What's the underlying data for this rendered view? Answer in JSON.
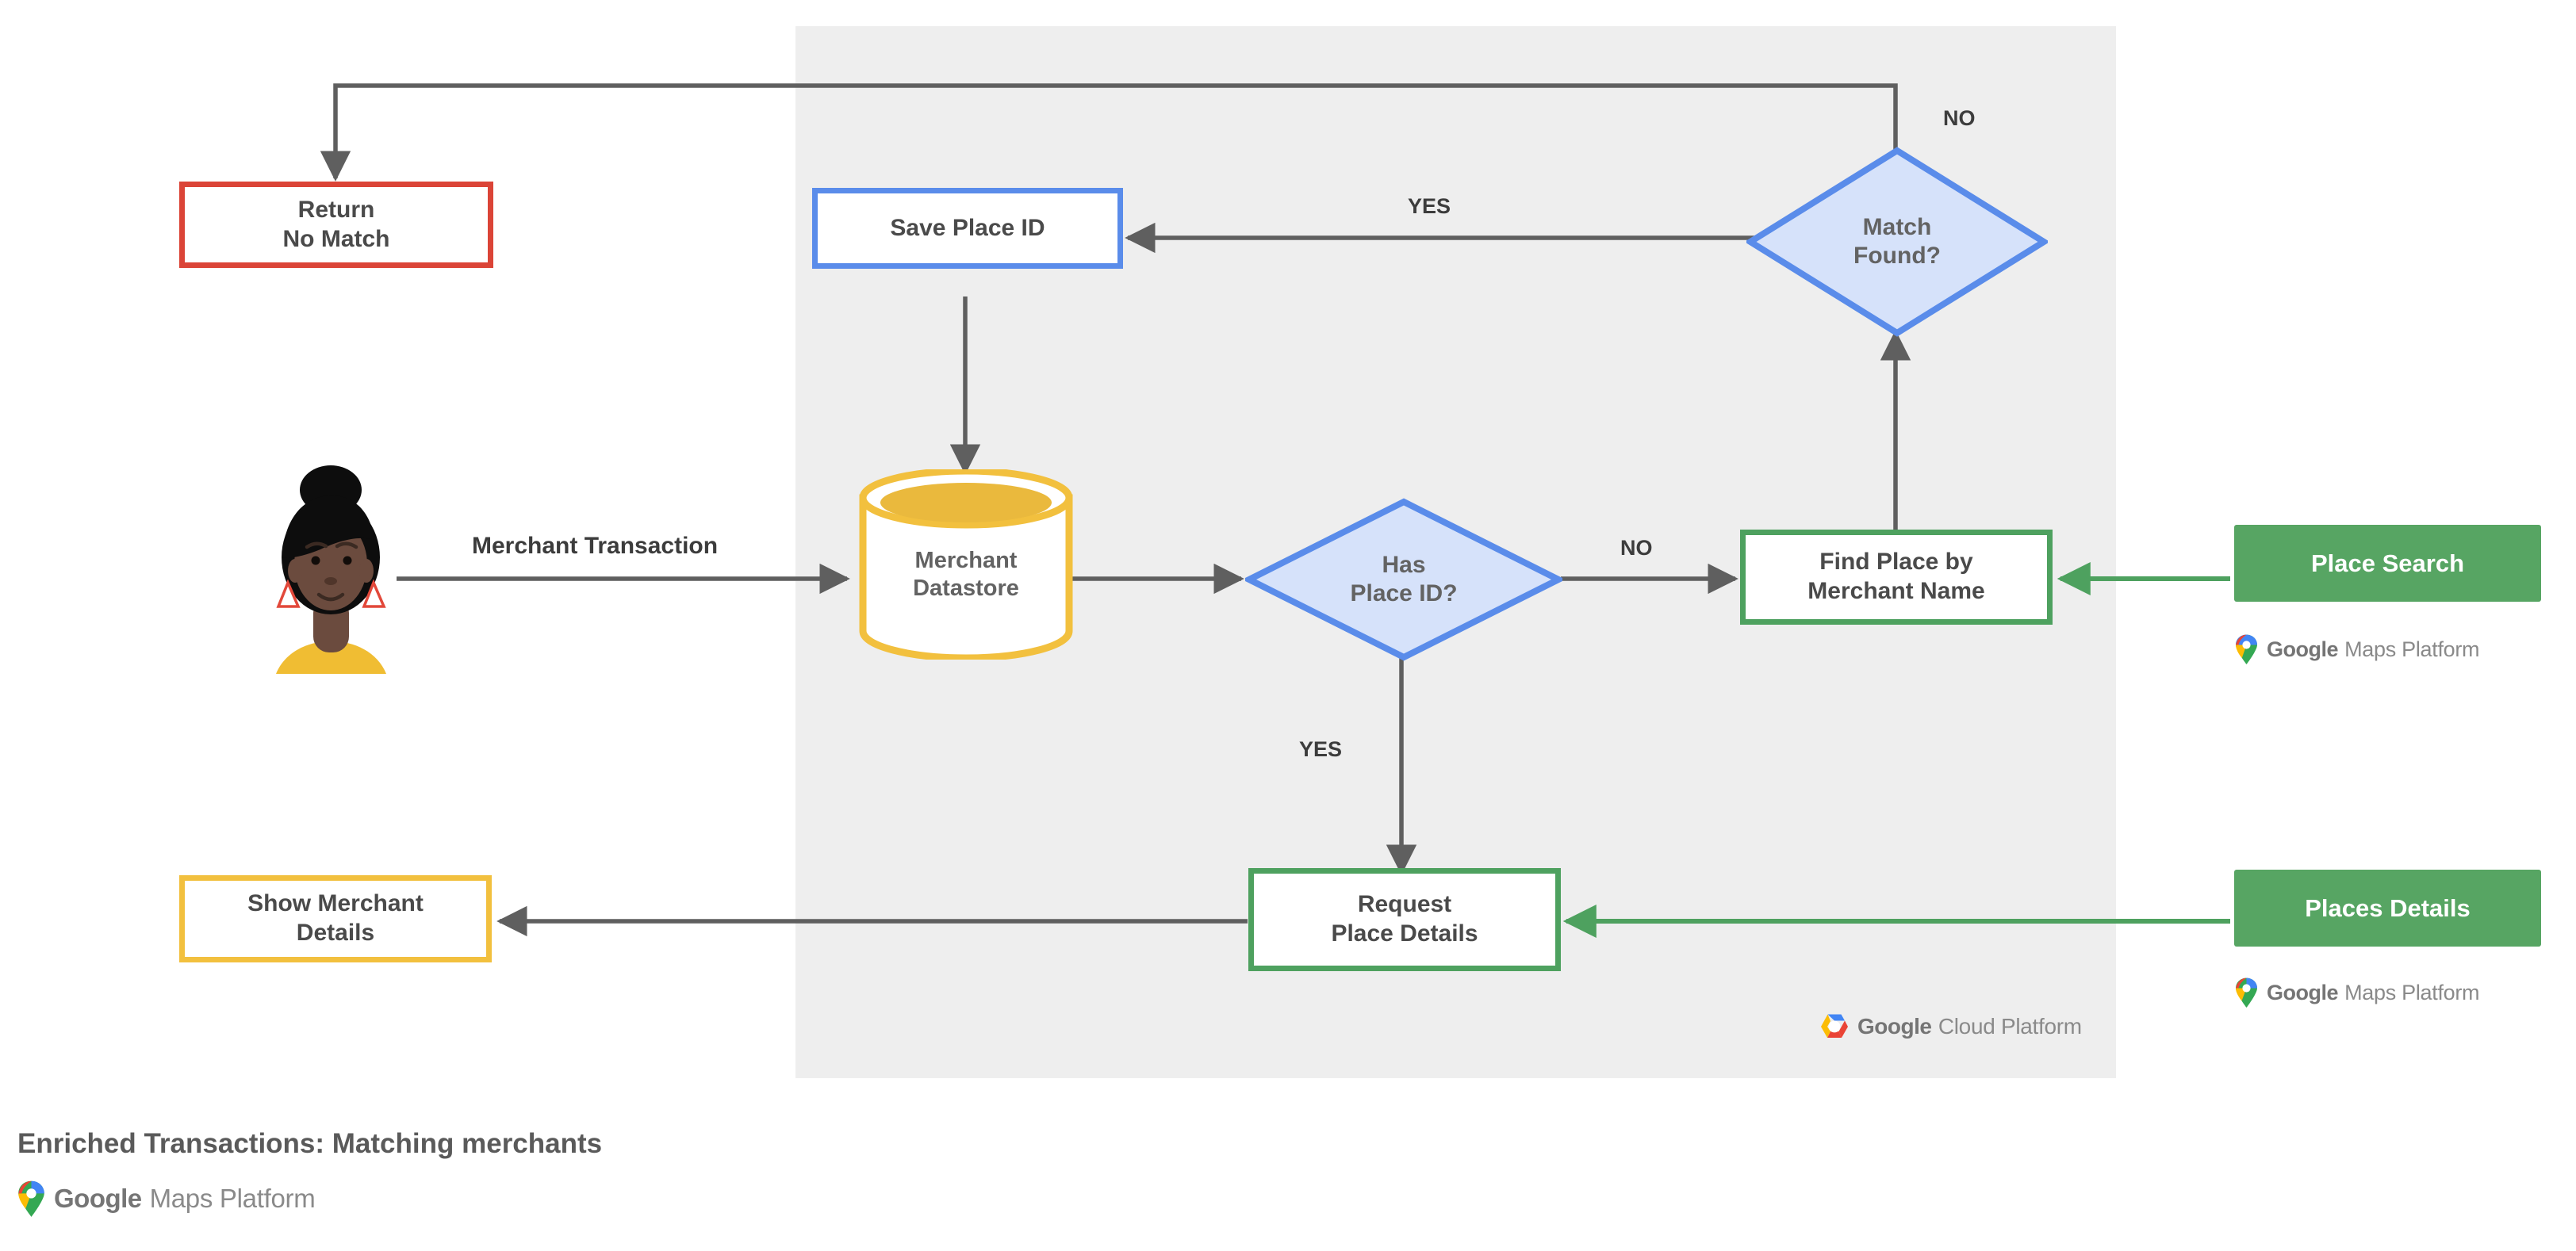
{
  "diagram": {
    "caption": "Enriched Transactions: Matching merchants",
    "panel_label": "Google Cloud Platform",
    "colors": {
      "panel_bg": "#eeeeee",
      "red": "#db4437",
      "blue": "#5a8cea",
      "blue_fill": "#d6e2fa",
      "green": "#4ea15f",
      "green_solid": "#57a563",
      "yellow": "#f2c03e",
      "connector_gray": "#5f5f5f",
      "text_gray": "#4a4a4a"
    },
    "nodes": {
      "return_no_match": "Return\nNo Match",
      "save_place_id": "Save Place ID",
      "match_found": "Match\nFound?",
      "merchant_datastore": "Merchant\nDatastore",
      "has_place_id": "Has\nPlace ID?",
      "find_place_by_merchant_name": "Find Place by\nMerchant Name",
      "place_search": "Place Search",
      "show_merchant_details": "Show Merchant\nDetails",
      "request_place_details": "Request\nPlace Details",
      "places_details": "Places Details"
    },
    "edge_labels": {
      "merchant_transaction": "Merchant Transaction",
      "yes_match_found": "YES",
      "no_match_found": "NO",
      "no_has_place_id": "NO",
      "yes_has_place_id": "YES"
    },
    "logos": {
      "google": "Google",
      "maps_platform": "Maps Platform",
      "cloud_platform": "Cloud Platform"
    }
  }
}
